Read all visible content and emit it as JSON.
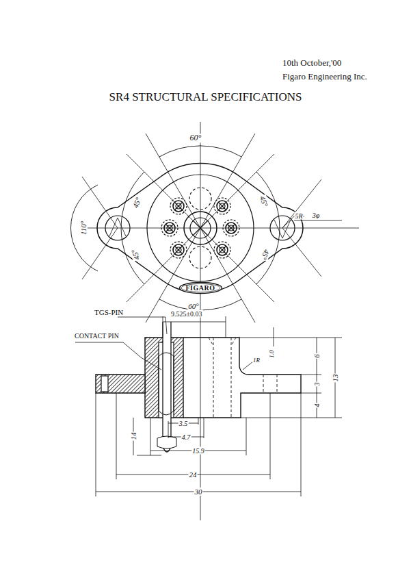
{
  "diagram": {
    "title": "SR4 STRUCTURAL SPECIFICATIONS",
    "nodes": [
      {
        "text": [
          "FIGARO"
        ]
      }
    ],
    "labels": [
      "10th October,'00",
      "Figaro Engineering Inc.",
      "60°",
      "110°",
      "45°",
      "45°",
      "45°",
      "45°",
      "5R",
      "3φ",
      "60°",
      "TGS-PIN",
      "CONTACT PIN",
      "9.525±0.03",
      "1.0",
      "1R",
      "6",
      "3",
      "4",
      "13",
      "3.5",
      "4.7",
      "15.9",
      "14",
      "24",
      "30"
    ]
  }
}
